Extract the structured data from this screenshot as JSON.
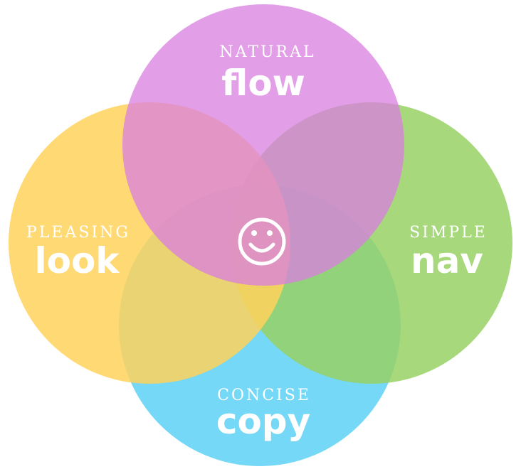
{
  "diagram": {
    "center_icon": "smiley-face-icon",
    "circles": [
      {
        "id": "flow",
        "small": "NATURAL",
        "big": "flow",
        "color": "#d97ee0"
      },
      {
        "id": "nav",
        "small": "SIMPLE",
        "big": "nav",
        "color": "#98d165"
      },
      {
        "id": "look",
        "small": "PLEASING",
        "big": "look",
        "color": "#ffd25a"
      },
      {
        "id": "copy",
        "small": "CONCISE",
        "big": "copy",
        "color": "#66d4f5"
      }
    ],
    "overlap_colors": {
      "flow_look": "#f2b068",
      "flow_nav": "#b86ba8",
      "nav_copy": "#5fcfd8",
      "look_copy": "#d8cc6e",
      "center": "#a56bd8"
    }
  }
}
